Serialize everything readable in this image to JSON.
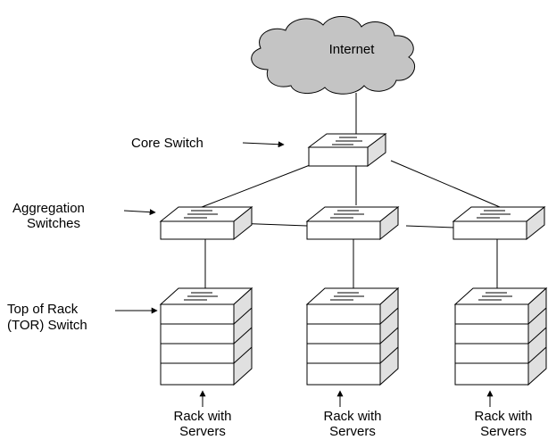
{
  "cloud": {
    "label": "Internet"
  },
  "core": {
    "label": "Core Switch"
  },
  "aggregation": {
    "label_line1": "Aggregation",
    "label_line2": "Switches"
  },
  "tor": {
    "label_line1": "Top of Rack",
    "label_line2": "(TOR) Switch"
  },
  "racks": [
    {
      "line1": "Rack with",
      "line2": "Servers"
    },
    {
      "line1": "Rack with",
      "line2": "Servers"
    },
    {
      "line1": "Rack with",
      "line2": "Servers"
    }
  ],
  "colors": {
    "cloud_fill": "#c4c4c4",
    "box_face": "#ffffff",
    "box_side": "#e0e0e0",
    "stroke": "#000000"
  }
}
